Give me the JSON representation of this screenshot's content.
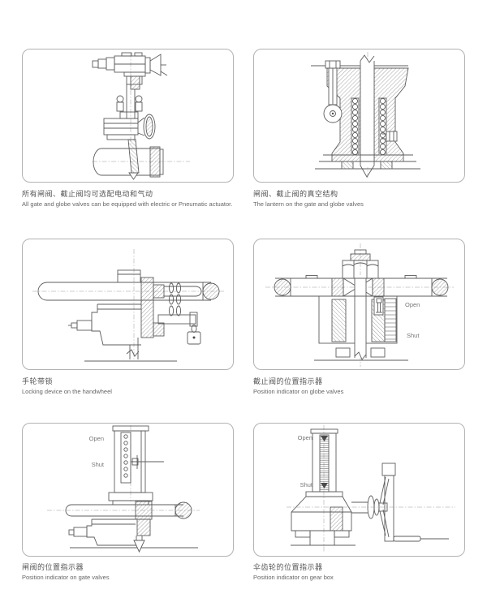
{
  "page": {
    "background": "#ffffff",
    "panel_border_color": "#b2b2b2",
    "drawing_line_color": "#5c5c5c",
    "caption_zh_color": "#555555",
    "caption_en_color": "#666666",
    "label_color": "#777777"
  },
  "panels": [
    {
      "name": "electric-pneumatic-actuator",
      "caption_zh": "所有闸阀、截止阀均可选配电动和气动",
      "caption_en": "All gate and globe valves can be equipped with electric or Pneumatic actuator."
    },
    {
      "name": "lantern-structure",
      "caption_zh": "闸阀、截止阀的真空结构",
      "caption_en": "The lantern on the gate and globe valves"
    },
    {
      "name": "handwheel-lock",
      "caption_zh": "手轮带锁",
      "caption_en": "Locking device on the handwheel"
    },
    {
      "name": "globe-valve-position-indicator",
      "caption_zh": "截止阀的位置指示器",
      "caption_en": "Position indicator on globe valves",
      "labels": {
        "open": "Open",
        "shut": "Shut"
      }
    },
    {
      "name": "gate-valve-position-indicator",
      "caption_zh": "闸阀的位置指示器",
      "caption_en": "Position indicator on gate valves",
      "labels": {
        "open": "Open",
        "shut": "Shut"
      }
    },
    {
      "name": "gear-box-position-indicator",
      "caption_zh": "伞齿轮的位置指示器",
      "caption_en": "Position indicator on gear box",
      "labels": {
        "open": "Open",
        "shut": "Shut"
      }
    }
  ]
}
